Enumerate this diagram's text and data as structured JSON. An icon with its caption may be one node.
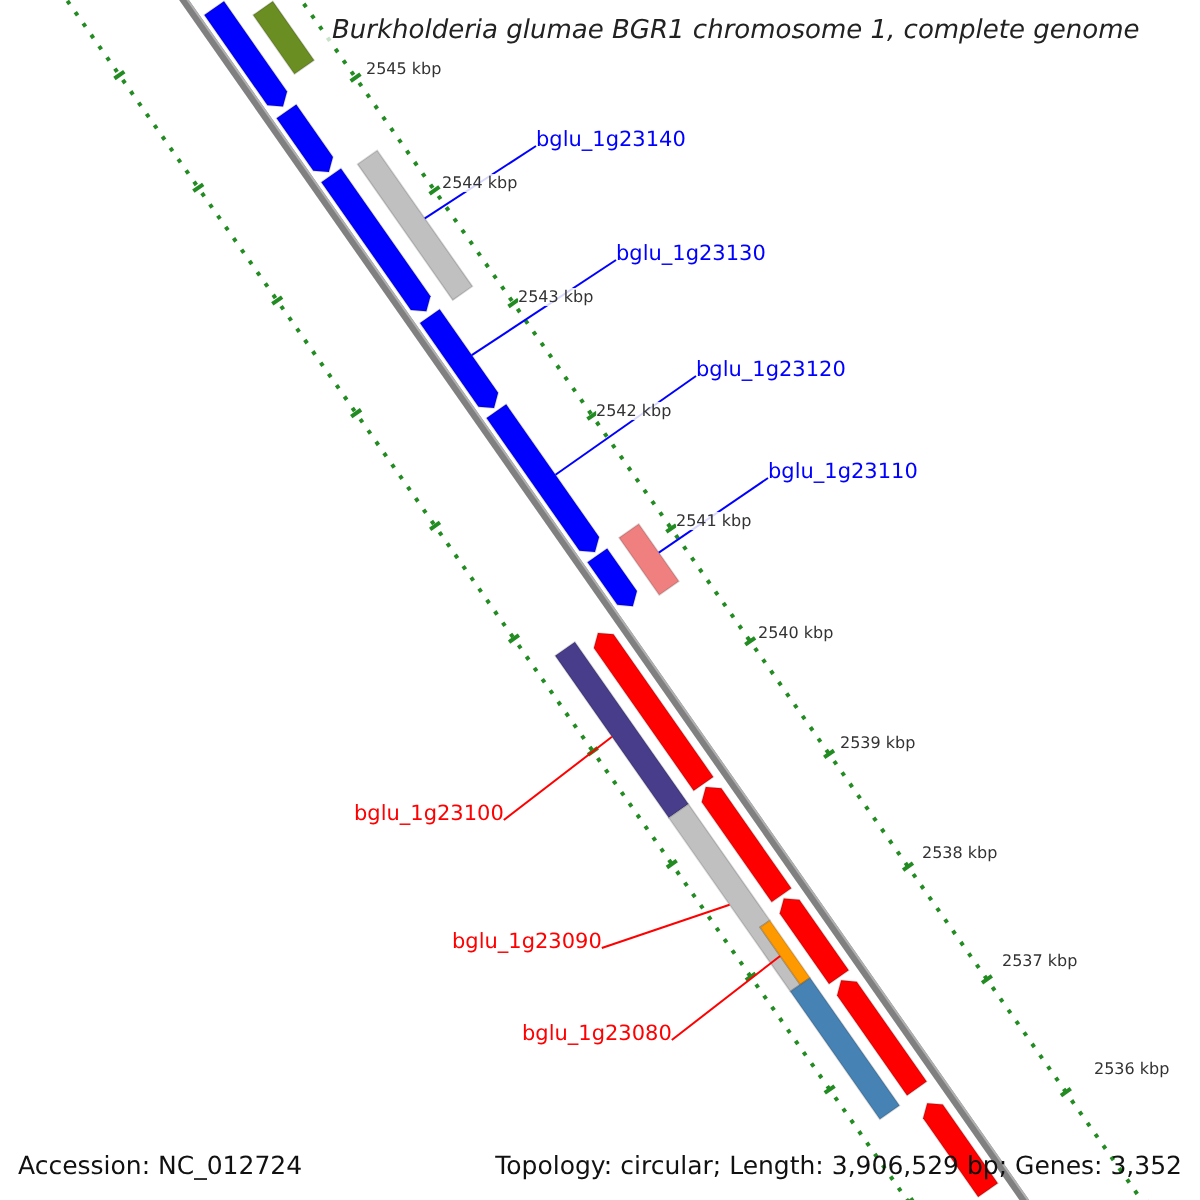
{
  "diagram": {
    "title": "Burkholderia glumae BGR1 chromosome 1, complete genome",
    "nodes": [
      {
        "text": [
          "bglu_1g23140"
        ]
      },
      {
        "text": [
          "bglu_1g23130"
        ]
      },
      {
        "text": [
          "bglu_1g23120"
        ]
      },
      {
        "text": [
          "bglu_1g23110"
        ]
      },
      {
        "text": [
          "bglu_1g23100"
        ]
      },
      {
        "text": [
          "bglu_1g23090"
        ]
      },
      {
        "text": [
          "bglu_1g23080"
        ]
      },
      {
        "text": [],
        "shape": "bar"
      },
      {
        "text": [],
        "shape": "bar"
      },
      {
        "text": [],
        "shape": "bar"
      },
      {
        "text": [],
        "shape": "bar"
      },
      {
        "text": [],
        "shape": "bar"
      },
      {
        "text": [],
        "shape": "bar"
      },
      {
        "text": [],
        "shape": "bar"
      },
      {
        "text": [],
        "shape": "bar"
      },
      {
        "text": [],
        "shape": "bar"
      },
      {
        "text": [],
        "shape": "bar"
      },
      {
        "text": [],
        "shape": "bar"
      },
      {
        "text": [],
        "shape": "bar"
      },
      {
        "text": [],
        "shape": "bar"
      },
      {
        "text": [],
        "shape": "bar"
      },
      {
        "text": [],
        "shape": "bar"
      },
      {
        "text": [],
        "shape": "bar"
      },
      {
        "text": [],
        "shape": "bar"
      },
      {
        "text": [],
        "shape": "bar"
      }
    ],
    "edges": [
      {
        "from": 0,
        "to": 11,
        "arrow": "none"
      },
      {
        "from": 1,
        "to": 12,
        "arrow": "none"
      },
      {
        "from": 2,
        "to": 13,
        "arrow": "none"
      },
      {
        "from": 3,
        "to": 14,
        "arrow": "none"
      },
      {
        "from": 4,
        "to": 16,
        "arrow": "none",
        "color": "#ff0000"
      },
      {
        "from": 5,
        "to": 18,
        "arrow": "none",
        "color": "#ff0000"
      },
      {
        "from": 6,
        "to": 20,
        "arrow": "none",
        "color": "#ff0000"
      }
    ],
    "labels": [
      "2545 kbp",
      "2544 kbp",
      "2543 kbp",
      "2542 kbp",
      "2541 kbp",
      "2540 kbp",
      "2539 kbp",
      "2538 kbp",
      "2537 kbp",
      "2536 kbp",
      "Accession: NC_012724",
      "Topology: circular; Length: 3,906,529 bp; Genes: 3,352"
    ]
  }
}
